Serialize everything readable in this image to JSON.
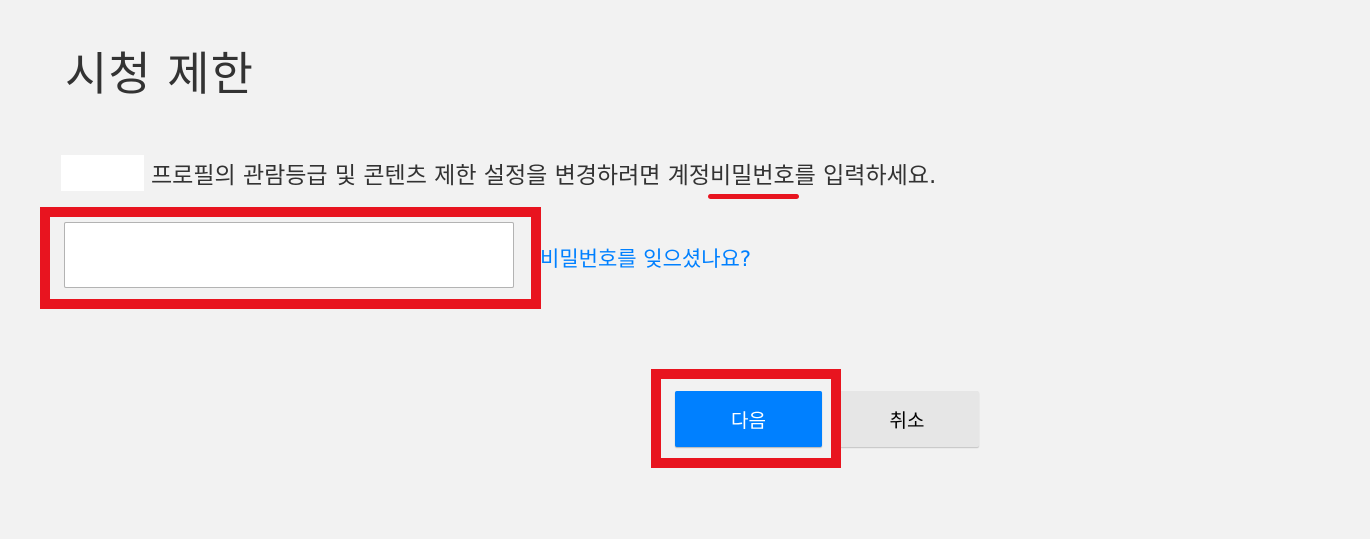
{
  "page": {
    "title": "시청 제한"
  },
  "instruction": {
    "before": "프로필의 관람등급 및 콘텐츠 제한 설정을 변경하려면 계정 ",
    "emphasis": "비밀번호",
    "after": "를 입력하세요."
  },
  "password": {
    "value": "",
    "placeholder": ""
  },
  "forgot_link": {
    "label": "비밀번호를 잊으셨나요?"
  },
  "buttons": {
    "next_label": "다음",
    "cancel_label": "취소"
  },
  "colors": {
    "accent": "#0080ff",
    "highlight": "#e8141f",
    "background": "#f2f2f2"
  }
}
